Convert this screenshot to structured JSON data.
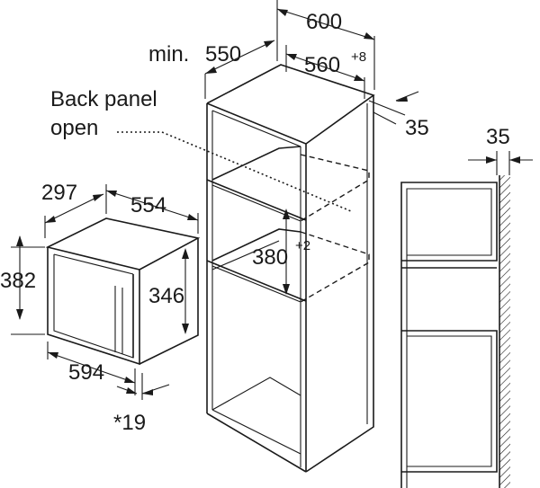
{
  "labels": {
    "cabinet_width": "600",
    "min_niche_depth_prefix": "min.",
    "min_niche_depth": "550",
    "niche_width": "560",
    "niche_width_tol": "+8",
    "back_gap": "35",
    "back_panel_line1": "Back panel",
    "back_panel_line2": "open",
    "niche_height": "380",
    "niche_height_tol": "+2",
    "appliance_depth": "297",
    "appliance_width_top": "554",
    "appliance_height": "382",
    "appliance_inner_height": "346",
    "appliance_width_front": "594",
    "front_offset": "*19",
    "wall_gap": "35"
  },
  "colors": {
    "line": "#1a1a1a",
    "background": "#ffffff"
  }
}
